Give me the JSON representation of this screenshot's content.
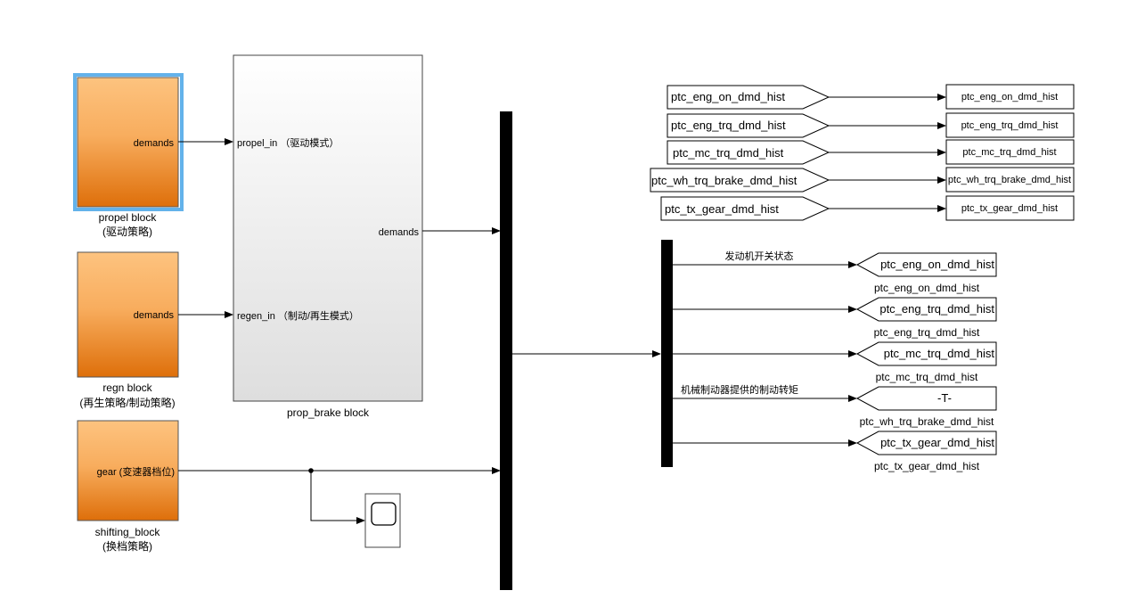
{
  "blocks": {
    "propel": {
      "port_out": "demands",
      "caption_line1": "propel block",
      "caption_line2": "(驱动策略)"
    },
    "regn": {
      "port_out": "demands",
      "caption_line1": "regn block",
      "caption_line2": "(再生策略/制动策略)"
    },
    "shifting": {
      "port_out": "gear (变速器档位)",
      "caption_line1": "shifting_block",
      "caption_line2": "(换档策略)"
    },
    "prop_brake": {
      "port_in_1": "propel_in （驱动模式）",
      "port_in_2": "regen_in （制动/再生模式）",
      "port_out": "demands",
      "caption": "prop_brake block"
    }
  },
  "from_tags": [
    "ptc_eng_on_dmd_hist",
    "ptc_eng_trq_dmd_hist",
    "ptc_mc_trq_dmd_hist",
    "ptc_wh_trq_brake_dmd_hist",
    "ptc_tx_gear_dmd_hist"
  ],
  "workspace_outputs": [
    "ptc_eng_on_dmd_hist",
    "ptc_eng_trq_dmd_hist",
    "ptc_mc_trq_dmd_hist",
    "ptc_wh_trq_brake_dmd_hist",
    "ptc_tx_gear_dmd_hist"
  ],
  "goto_tags": {
    "labels": [
      "ptc_eng_on_dmd_hist",
      "ptc_eng_trq_dmd_hist",
      "ptc_mc_trq_dmd_hist",
      "-T-",
      "ptc_tx_gear_dmd_hist"
    ],
    "captions": [
      "ptc_eng_on_dmd_hist",
      "ptc_eng_trq_dmd_hist",
      "ptc_mc_trq_dmd_hist",
      "ptc_wh_trq_brake_dmd_hist",
      "ptc_tx_gear_dmd_hist"
    ]
  },
  "signal_labels": {
    "engine_on": "发动机开关状态",
    "brake_torque": "机械制动器提供的制动转矩"
  },
  "colors": {
    "block_top": "#fdc37f",
    "block_bottom": "#de6f0a",
    "selection": "#63b2ea",
    "subsystem_top": "#ffffff",
    "subsystem_bottom": "#dedede",
    "line": "#000000"
  }
}
